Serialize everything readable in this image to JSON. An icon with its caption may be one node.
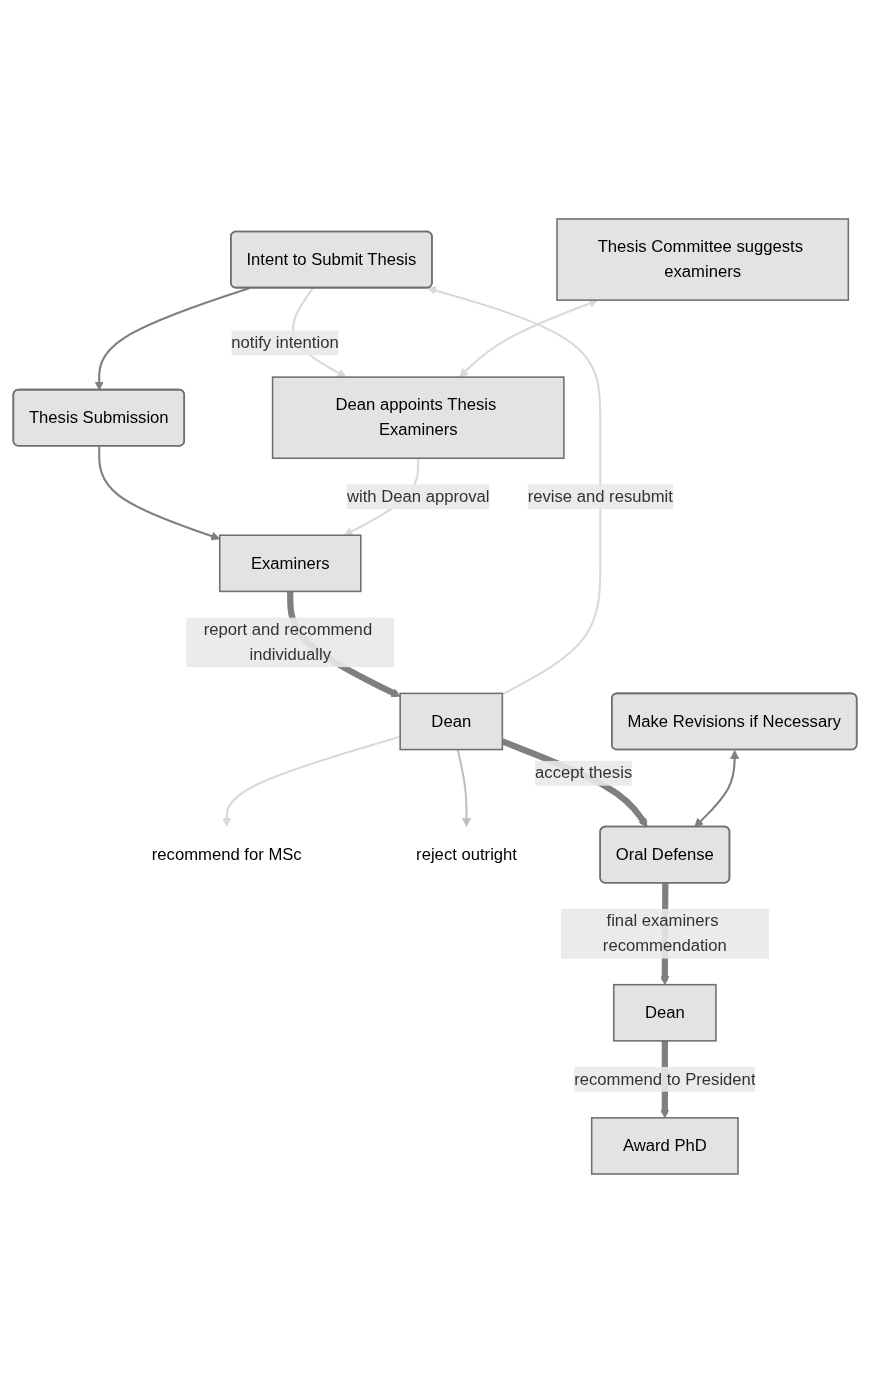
{
  "diagram": {
    "nodes": [
      {
        "text": [
          "Intent to Submit Thesis"
        ]
      },
      {
        "text": [
          "Thesis Committee suggests examiners"
        ]
      },
      {
        "text": [
          "Dean appoints Thesis Examiners"
        ]
      },
      {
        "text": [
          "Thesis Submission"
        ]
      },
      {
        "text": [
          "Examiners"
        ]
      },
      {
        "text": [
          "Dean"
        ]
      },
      {
        "text": [
          "recommend for MSc"
        ]
      },
      {
        "text": [
          "reject outright"
        ]
      },
      {
        "text": [
          "Make Revisions if Necessary"
        ]
      },
      {
        "text": [
          "Oral Defense"
        ]
      },
      {
        "text": [
          "Dean"
        ]
      },
      {
        "text": [
          "Award PhD"
        ]
      }
    ],
    "edges": [
      {
        "from": 0,
        "to": 3,
        "arrow": "to"
      },
      {
        "from": 0,
        "to": 2,
        "arrow": "to",
        "label": "notify intention",
        "color": "#d9d9d9"
      },
      {
        "from": 1,
        "to": 2,
        "arrow": "both",
        "color": "#d9d9d9"
      },
      {
        "from": 3,
        "to": 4,
        "arrow": "to"
      },
      {
        "from": 2,
        "to": 4,
        "arrow": "to",
        "label": "with Dean approval",
        "color": "#d9d9d9"
      },
      {
        "from": 4,
        "to": 5,
        "arrow": "to",
        "label": "report and recommend individually",
        "style": "thick"
      },
      {
        "from": 5,
        "to": 0,
        "arrow": "to",
        "label": "revise and resubmit",
        "color": "#d9d9d9"
      },
      {
        "from": 5,
        "to": 6,
        "arrow": "to",
        "color": "#d9d9d9"
      },
      {
        "from": 5,
        "to": 7,
        "arrow": "to",
        "color": "#bfbfbf"
      },
      {
        "from": 5,
        "to": 9,
        "arrow": "to",
        "label": "accept thesis",
        "style": "thick"
      },
      {
        "from": 8,
        "to": 9,
        "arrow": "both"
      },
      {
        "from": 9,
        "to": 10,
        "arrow": "to",
        "label": "final examiners recommendation",
        "style": "thick"
      },
      {
        "from": 10,
        "to": 11,
        "arrow": "to",
        "label": "recommend to President",
        "style": "thick"
      }
    ]
  }
}
